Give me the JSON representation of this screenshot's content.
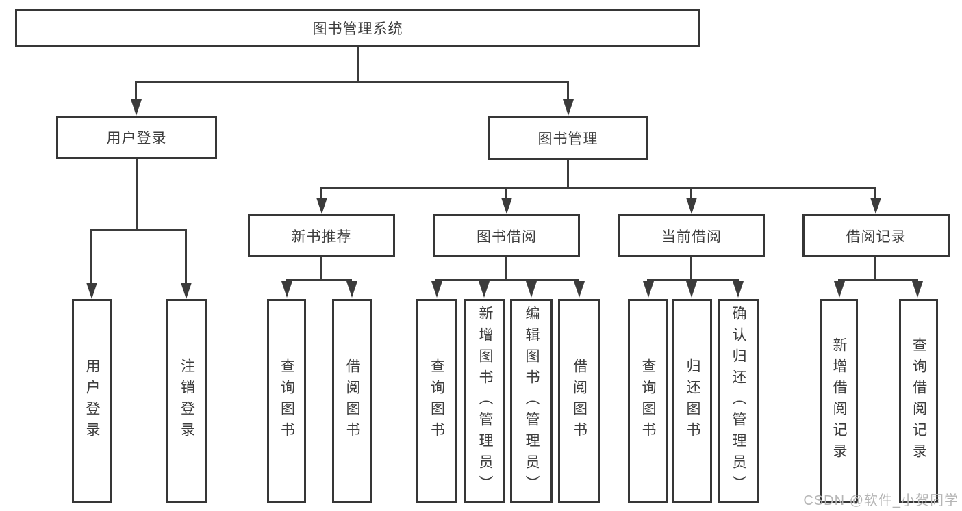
{
  "diagram": {
    "type": "tree",
    "root": "图书管理系统",
    "user_login": {
      "label": "用户登录",
      "children": [
        "用户登录",
        "注销登录"
      ]
    },
    "book_mgmt": {
      "label": "图书管理",
      "sections": [
        {
          "label": "新书推荐",
          "children": [
            "查询图书",
            "借阅图书"
          ]
        },
        {
          "label": "图书借阅",
          "children": [
            "查询图书",
            "新增图书（管理员）",
            "编辑图书（管理员）",
            "借阅图书"
          ]
        },
        {
          "label": "当前借阅",
          "children": [
            "查询图书",
            "归还图书",
            "确认归还（管理员）"
          ]
        },
        {
          "label": "借阅记录",
          "children": [
            "新增借阅记录",
            "查询借阅记录"
          ]
        }
      ]
    }
  },
  "watermark": {
    "text": "CSDN @软件_小贺同学"
  },
  "colors": {
    "line": "#3b3b3b",
    "border": "#363636",
    "text": "#3d3d3d",
    "watermark_text": "#b5b5b5",
    "background": "#ffffff"
  }
}
